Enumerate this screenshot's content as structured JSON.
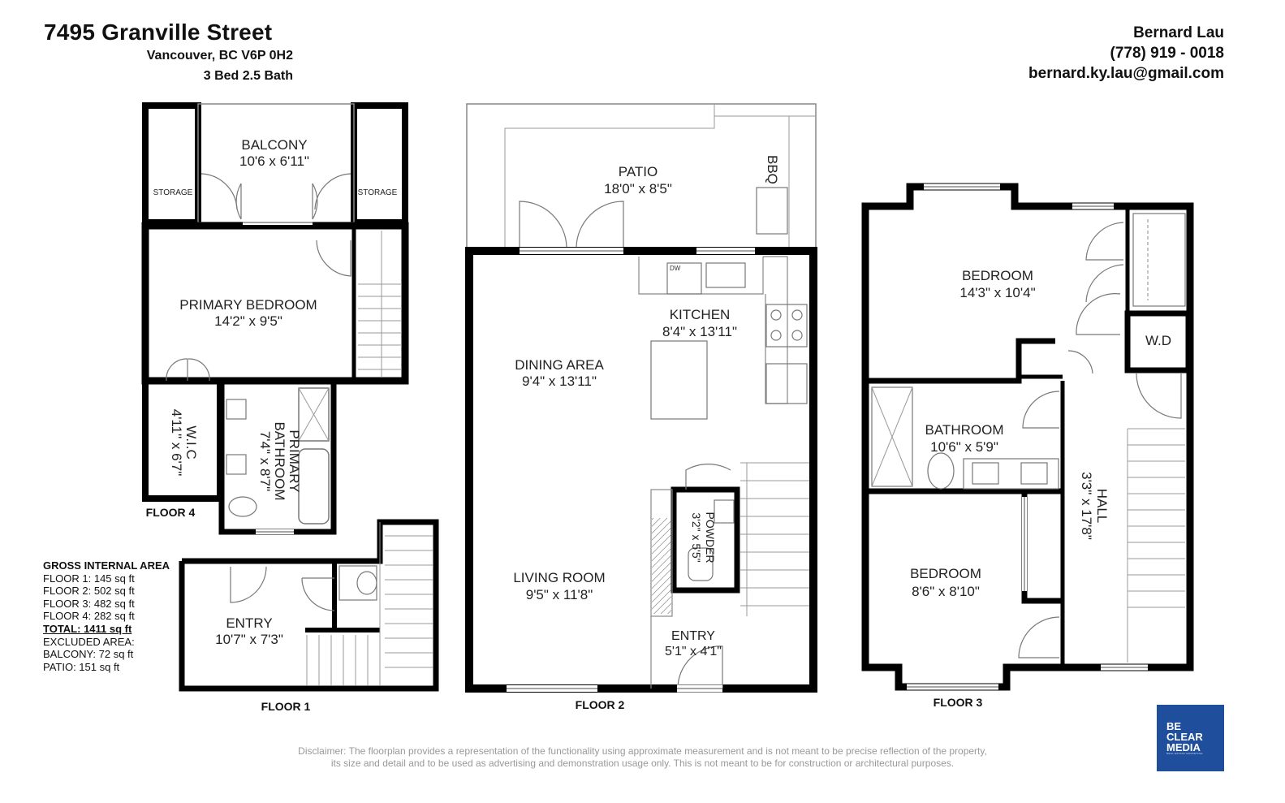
{
  "header": {
    "address": "7495 Granville Street",
    "city": "Vancouver, BC V6P 0H2",
    "beds_baths": "3 Bed  2.5 Bath"
  },
  "agent": {
    "name": "Bernard Lau",
    "phone": "(778) 919 - 0018",
    "email": "bernard.ky.lau@gmail.com"
  },
  "area_summary": {
    "heading": "GROSS INTERNAL AREA",
    "floors": [
      "FLOOR 1: 145 sq ft",
      "FLOOR 2: 502 sq ft",
      "FLOOR 3: 482 sq ft",
      "FLOOR 4: 282 sq ft"
    ],
    "total": "TOTAL: 1411 sq ft",
    "excluded_heading": "EXCLUDED AREA:",
    "excluded": [
      "BALCONY: 72 sq ft",
      "PATIO: 151 sq ft"
    ]
  },
  "floor_labels": {
    "floor1": "FLOOR 1",
    "floor2": "FLOOR 2",
    "floor3": "FLOOR 3",
    "floor4": "FLOOR 4"
  },
  "rooms": {
    "balcony": {
      "name": "BALCONY",
      "size": "10'6 x 6'11\""
    },
    "storage_left": {
      "name": "STORAGE"
    },
    "storage_right": {
      "name": "STORAGE"
    },
    "primary_bedroom": {
      "name": "PRIMARY BEDROOM",
      "size": "14'2\" x 9'5\""
    },
    "wic": {
      "name": "W.I.C",
      "size": "4'11\" x 6'7\""
    },
    "primary_bathroom": {
      "name1": "PRIMARY",
      "name2": "BATHROOM",
      "size": "7'4\" x 8'7\""
    },
    "patio": {
      "name": "PATIO",
      "size": "18'0\" x 8'5\""
    },
    "bbq": {
      "name": "BBQ"
    },
    "kitchen": {
      "name": "KITCHEN",
      "size": "8'4\" x 13'11\""
    },
    "dw": {
      "name": "DW"
    },
    "dining": {
      "name": "DINING AREA",
      "size": "9'4\" x 13'11\""
    },
    "living": {
      "name": "LIVING ROOM",
      "size": "9'5\" x 11'8\""
    },
    "powder": {
      "name": "POWDER",
      "size": "3'2\" x 5'5\""
    },
    "entry2": {
      "name": "ENTRY",
      "size": "5'1\" x 4'1\""
    },
    "entry1": {
      "name": "ENTRY",
      "size": "10'7\" x 7'3\""
    },
    "bedroom_top": {
      "name": "BEDROOM",
      "size": "14'3\" x 10'4\""
    },
    "wd": {
      "name": "W.D"
    },
    "bathroom": {
      "name": "BATHROOM",
      "size": "10'6\"  x 5'9\""
    },
    "hall": {
      "name": "HALL",
      "size": "3'3\" x 17'8\""
    },
    "bedroom_bottom": {
      "name": "BEDROOM",
      "size": "8'6\" x 8'10\""
    }
  },
  "disclaimer": {
    "line1": "Disclaimer: The floorplan provides a representation of the functionality using approximate measurement and is not meant to be precise reflection of the property,",
    "line2": "its size and detail and to be used as advertising and demonstration usage only. This is not meant to be for construction or architectural purposes."
  },
  "logo": {
    "line1": "BE",
    "line2": "CLEAR",
    "line3": "MEDIA",
    "tagline": "REAL ESTATE MARKETING"
  },
  "colors": {
    "wall": "#000000",
    "thin_line": "#777777",
    "logo_bg": "#1f4e9c"
  }
}
